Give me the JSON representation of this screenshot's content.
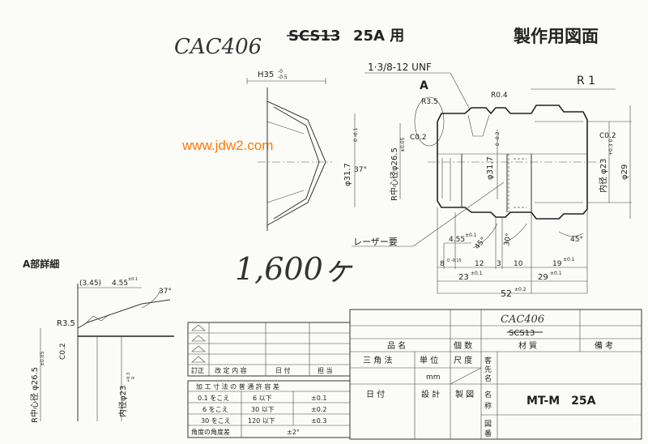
{
  "header": {
    "material_handwritten": "CAC406",
    "material_struck": "SCS13",
    "size": "25A 用",
    "doc_title": "製作用図面",
    "quantity_handwritten": "1,600ヶ",
    "watermark": "www.jdw2.com"
  },
  "detail_view": {
    "title": "A部詳細",
    "dims": [
      "(3.45)",
      "4.55",
      "±0.1",
      "37°",
      "R3.5",
      "C0.2",
      "R中心径 φ26.5",
      "±0.05",
      "内径φ23",
      "+0.3",
      "0"
    ]
  },
  "hex_view": {
    "label_h": "H35",
    "tol_upper": "-0",
    "tol_lower": "-0.5"
  },
  "main_view": {
    "thread": "1·3/8-12 UNF",
    "section_label": "A",
    "labels": {
      "r3_5": "R3.5",
      "r0_4": "R0.4",
      "r1": "R 1",
      "c0_2_left": "C0.2",
      "c0_2_right": "C0.2",
      "angle_37": "37°",
      "phi31_7_left": "φ31.7",
      "phi31_7_left_tol": "0 -0.1",
      "r_center_phi": "R中心径φ26.5",
      "r_center_tol": "±0.05",
      "phi31_7_center": "φ31.7",
      "phi31_7_center_tol": "0 -0.2",
      "inner_phi": "内径 φ23",
      "inner_tol": "+0.3 0",
      "phi29": "φ29",
      "laser": "レーザー要",
      "dim_455": "4.55",
      "dim_455_tol": "±0.1",
      "angle45_a": "45°",
      "angle30": "30°",
      "angle45_b": "45°",
      "dim8": "8",
      "dim8_tol": "0 -0.15",
      "dim12": "12",
      "dim3": "3",
      "dim10": "10",
      "dim19": "19",
      "dim19_tol": "±0.1",
      "dim23": "23",
      "dim23_tol": "±0.1",
      "dim29": "29",
      "dim29_tol": "±0.1",
      "dim52": "52",
      "dim52_tol": "±0.2"
    }
  },
  "revision_table": {
    "headers": [
      "訂正",
      "改 定 内 容",
      "日 付",
      "担 当"
    ]
  },
  "tolerance_table": {
    "title": "加 工 寸 法 の 普 通 許 容 差",
    "rows": [
      [
        "0.1 をこえ",
        "6 以下",
        "±0.1"
      ],
      [
        "6 をこえ",
        "30 以下",
        "±0.2"
      ],
      [
        "30 をこえ",
        "120 以下",
        "±0.3"
      ]
    ],
    "angle_label": "角度の角度差",
    "angle_value": "±2°"
  },
  "title_block": {
    "material_handwritten": "CAC406",
    "material_struck": "SCS13",
    "headers": [
      "品 名",
      "個 数",
      "材 質",
      "備 考"
    ],
    "projection": "三 角 法",
    "unit_label": "単 位",
    "scale_label": "尺 度",
    "unit_value": "mm",
    "date_label": "日 付",
    "design_label": "設 計",
    "drawing_label": "製 図",
    "customer": "客先名",
    "name_label1": "名",
    "name_label2": "称",
    "name_value": "MT-M　25A",
    "drawing_no1": "図",
    "drawing_no2": "番"
  }
}
